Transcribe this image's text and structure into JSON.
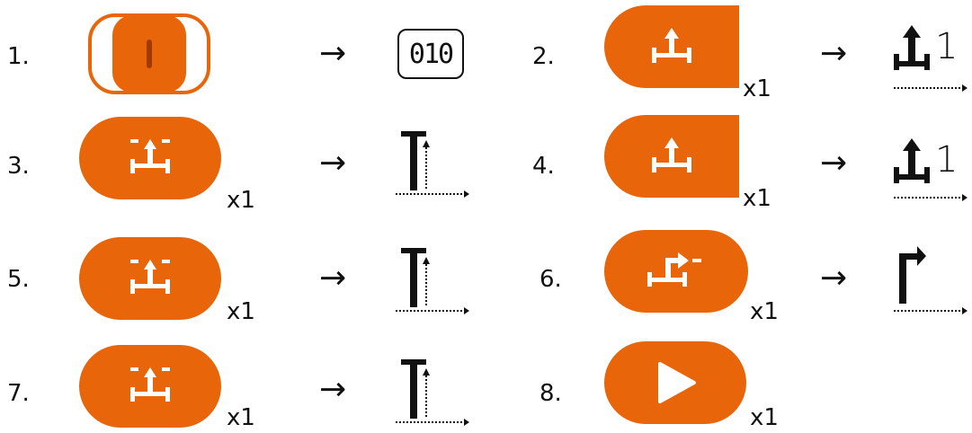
{
  "accent": "#e8650a",
  "items": [
    {
      "number": "1.",
      "block": "toggle-switch-block",
      "result": "010"
    },
    {
      "number": "2.",
      "block": "move-up-block",
      "multiplier": "x1",
      "result_suffix": "1"
    },
    {
      "number": "3.",
      "block": "lift-up-block",
      "multiplier": "x1"
    },
    {
      "number": "4.",
      "block": "move-up-block",
      "multiplier": "x1",
      "result_suffix": "1"
    },
    {
      "number": "5.",
      "block": "lift-up-block",
      "multiplier": "x1"
    },
    {
      "number": "6.",
      "block": "turn-right-block",
      "multiplier": "x1"
    },
    {
      "number": "7.",
      "block": "lift-up-block",
      "multiplier": "x1"
    },
    {
      "number": "8.",
      "block": "play-block",
      "multiplier": "x1"
    }
  ],
  "arrow": "→"
}
